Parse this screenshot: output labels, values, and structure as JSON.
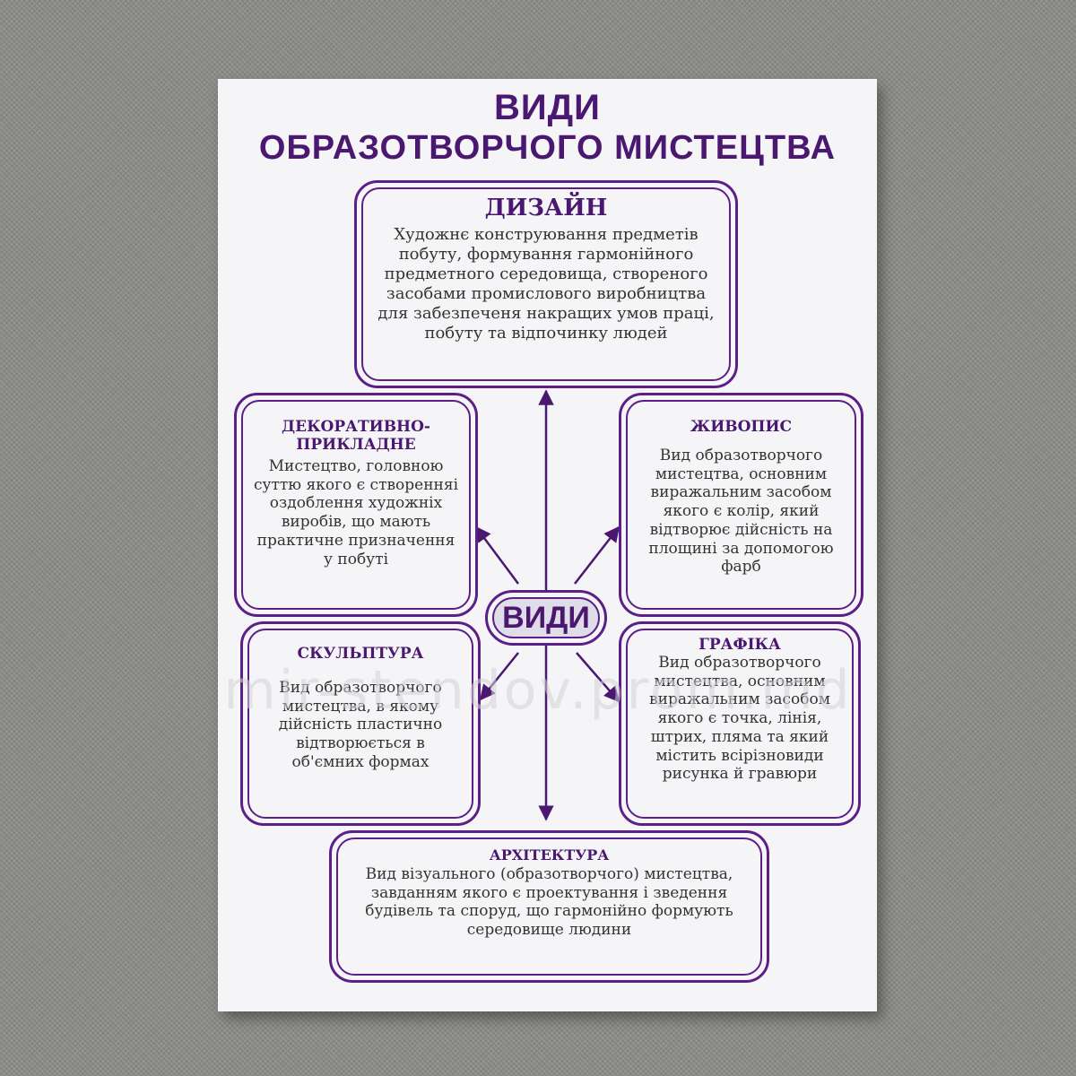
{
  "title": {
    "line1": "ВИДИ",
    "line2": "ОБРАЗОТВОРЧОГО МИСТЕЦТВА"
  },
  "center_label": "ВИДИ",
  "design": {
    "title": "ДИЗАЙН",
    "text": "Художнє конструювання предметів побуту, формування гармонійного предметного середовища, створеного засобами промислового виробництва для забезпеченя накращих умов праці, побуту та відпочинку людей"
  },
  "decorative": {
    "title": "ДЕКОРАТИВНО-ПРИКЛАДНЕ",
    "text": "Мистецтво, головною суттю якого є створенняі оздоблення художніх виробів, що мають практичне призначення у побуті"
  },
  "painting": {
    "title": "ЖИВОПИС",
    "text": "Вид образотворчого мистецтва, основним виражальним засобом якого є колір, який відтворює дійсність на площині за допомогою фарб"
  },
  "sculpture": {
    "title": "СКУЛЬПТУРА",
    "text": "Вид образотворчого мистецтва, в якому дійсність пластично відтворюється в об'ємних формах"
  },
  "graphics": {
    "title": "ГРАФІКА",
    "text": "Вид образотворчого мистецтва, основним виражальним засобом якого є точка, лінія, штрих, пляма та який містить всірізновиди рисунка й гравюри"
  },
  "architecture": {
    "title": "АРХІТЕКТУРА",
    "text": "Вид візуального (образотворчого) мистецтва, завданням якого є проектування і зведення будівель та споруд, що гармонійно формують середовище людини"
  },
  "watermark": "mir-stendov.prom.md",
  "colors": {
    "accent": "#5b1f87",
    "title": "#4a1870",
    "poster": "#f5f5f7",
    "background": "#8d8c88"
  }
}
